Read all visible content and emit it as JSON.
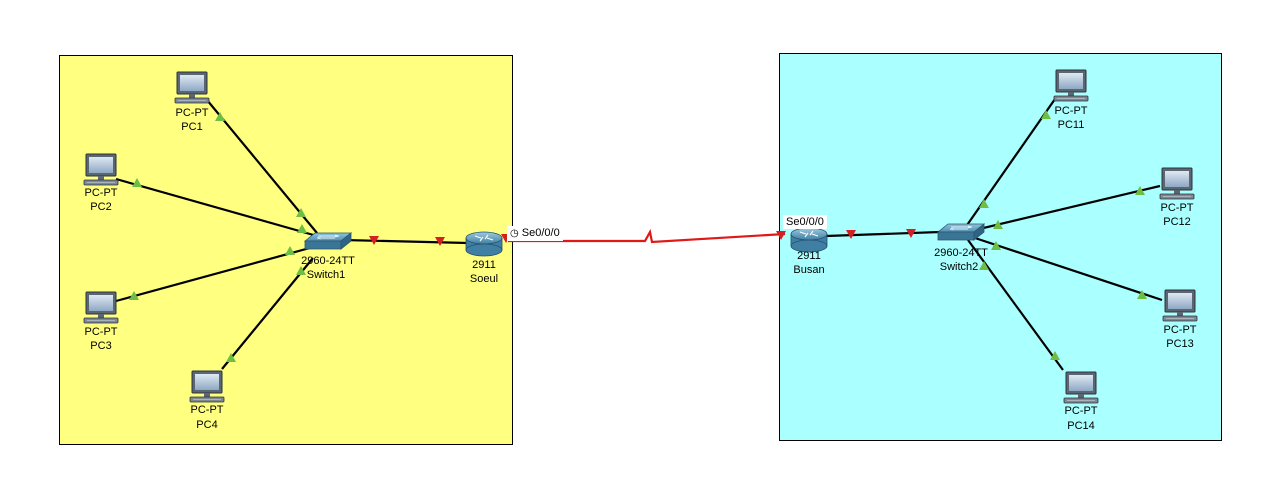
{
  "colors": {
    "seoul_area": "#ffff80",
    "busan_area": "#aaffff",
    "serial_link": "#e01818",
    "link_up": "#6fbe44",
    "link_down": "#d42020"
  },
  "routers": {
    "seoul": {
      "model": "2911",
      "name": "Soeul",
      "interface": "Se0/0/0",
      "icon": "router-icon"
    },
    "busan": {
      "model": "2911",
      "name": "Busan",
      "interface": "Se0/0/0",
      "icon": "router-icon"
    }
  },
  "switches": {
    "switch1": {
      "model": "2960-24TT",
      "name": "Switch1",
      "icon": "switch-icon"
    },
    "switch2": {
      "model": "2960-24TT",
      "name": "Switch2",
      "icon": "switch-icon"
    }
  },
  "pcs": [
    {
      "type": "PC-PT",
      "name": "PC1"
    },
    {
      "type": "PC-PT",
      "name": "PC2"
    },
    {
      "type": "PC-PT",
      "name": "PC3"
    },
    {
      "type": "PC-PT",
      "name": "PC4"
    },
    {
      "type": "PC-PT",
      "name": "PC11"
    },
    {
      "type": "PC-PT",
      "name": "PC12"
    },
    {
      "type": "PC-PT",
      "name": "PC13"
    },
    {
      "type": "PC-PT",
      "name": "PC14"
    }
  ],
  "link_states": {
    "pc_switch": "up",
    "switch_router": "down",
    "serial": "down"
  }
}
